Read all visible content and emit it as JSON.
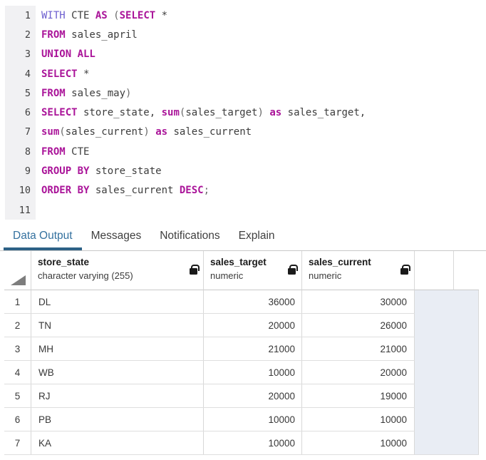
{
  "code": {
    "lines": [
      {
        "no": "1",
        "tokens": [
          [
            "WITH",
            "w"
          ],
          [
            " CTE ",
            "i"
          ],
          [
            "AS",
            "k"
          ],
          [
            " ",
            "i"
          ],
          [
            "(",
            "p"
          ],
          [
            "SELECT",
            "k"
          ],
          [
            " *",
            "i"
          ]
        ]
      },
      {
        "no": "2",
        "tokens": [
          [
            "FROM",
            "k"
          ],
          [
            " sales_april",
            "i"
          ]
        ]
      },
      {
        "no": "3",
        "tokens": [
          [
            "UNION ALL",
            "k"
          ]
        ]
      },
      {
        "no": "4",
        "tokens": [
          [
            "SELECT",
            "k"
          ],
          [
            " *",
            "i"
          ]
        ]
      },
      {
        "no": "5",
        "tokens": [
          [
            "FROM",
            "k"
          ],
          [
            " sales_may",
            "i"
          ],
          [
            ")",
            "p"
          ]
        ]
      },
      {
        "no": "6",
        "tokens": [
          [
            "SELECT",
            "k"
          ],
          [
            " store_state, ",
            "i"
          ],
          [
            "sum",
            "k"
          ],
          [
            "(",
            "p"
          ],
          [
            "sales_target",
            "i"
          ],
          [
            ")",
            "p"
          ],
          [
            " ",
            "i"
          ],
          [
            "as",
            "k"
          ],
          [
            " sales_target,",
            "i"
          ]
        ]
      },
      {
        "no": "7",
        "tokens": [
          [
            "sum",
            "k"
          ],
          [
            "(",
            "p"
          ],
          [
            "sales_current",
            "i"
          ],
          [
            ")",
            "p"
          ],
          [
            " ",
            "i"
          ],
          [
            "as",
            "k"
          ],
          [
            " sales_current",
            "i"
          ]
        ]
      },
      {
        "no": "8",
        "tokens": [
          [
            "FROM",
            "k"
          ],
          [
            " CTE",
            "i"
          ]
        ]
      },
      {
        "no": "9",
        "tokens": [
          [
            "GROUP BY",
            "k"
          ],
          [
            " store_state",
            "i"
          ]
        ]
      },
      {
        "no": "10",
        "tokens": [
          [
            "ORDER BY",
            "k"
          ],
          [
            " sales_current ",
            "i"
          ],
          [
            "DESC",
            "k"
          ],
          [
            ";",
            "p"
          ]
        ]
      },
      {
        "no": "11",
        "tokens": []
      }
    ]
  },
  "tabs": [
    {
      "label": "Data Output",
      "active": true
    },
    {
      "label": "Messages",
      "active": false
    },
    {
      "label": "Notifications",
      "active": false
    },
    {
      "label": "Explain",
      "active": false
    }
  ],
  "grid": {
    "columns": [
      {
        "name": "store_state",
        "type": "character varying (255)",
        "locked": true
      },
      {
        "name": "sales_target",
        "type": "numeric",
        "locked": true
      },
      {
        "name": "sales_current",
        "type": "numeric",
        "locked": true
      }
    ],
    "rows": [
      {
        "n": "1",
        "store_state": "DL",
        "sales_target": "36000",
        "sales_current": "30000"
      },
      {
        "n": "2",
        "store_state": "TN",
        "sales_target": "20000",
        "sales_current": "26000"
      },
      {
        "n": "3",
        "store_state": "MH",
        "sales_target": "21000",
        "sales_current": "21000"
      },
      {
        "n": "4",
        "store_state": "WB",
        "sales_target": "10000",
        "sales_current": "20000"
      },
      {
        "n": "5",
        "store_state": "RJ",
        "sales_target": "20000",
        "sales_current": "19000"
      },
      {
        "n": "6",
        "store_state": "PB",
        "sales_target": "10000",
        "sales_current": "10000"
      },
      {
        "n": "7",
        "store_state": "KA",
        "sales_target": "10000",
        "sales_current": "10000"
      }
    ]
  },
  "colors": {
    "keyword": "#aa1499",
    "with_keyword": "#6c5ecf",
    "identifier": "#3d3d3d",
    "punctuation": "#696969",
    "active_tab": "#34719f",
    "tab_underline": "#2d6186",
    "filler": "#e9edf4"
  }
}
